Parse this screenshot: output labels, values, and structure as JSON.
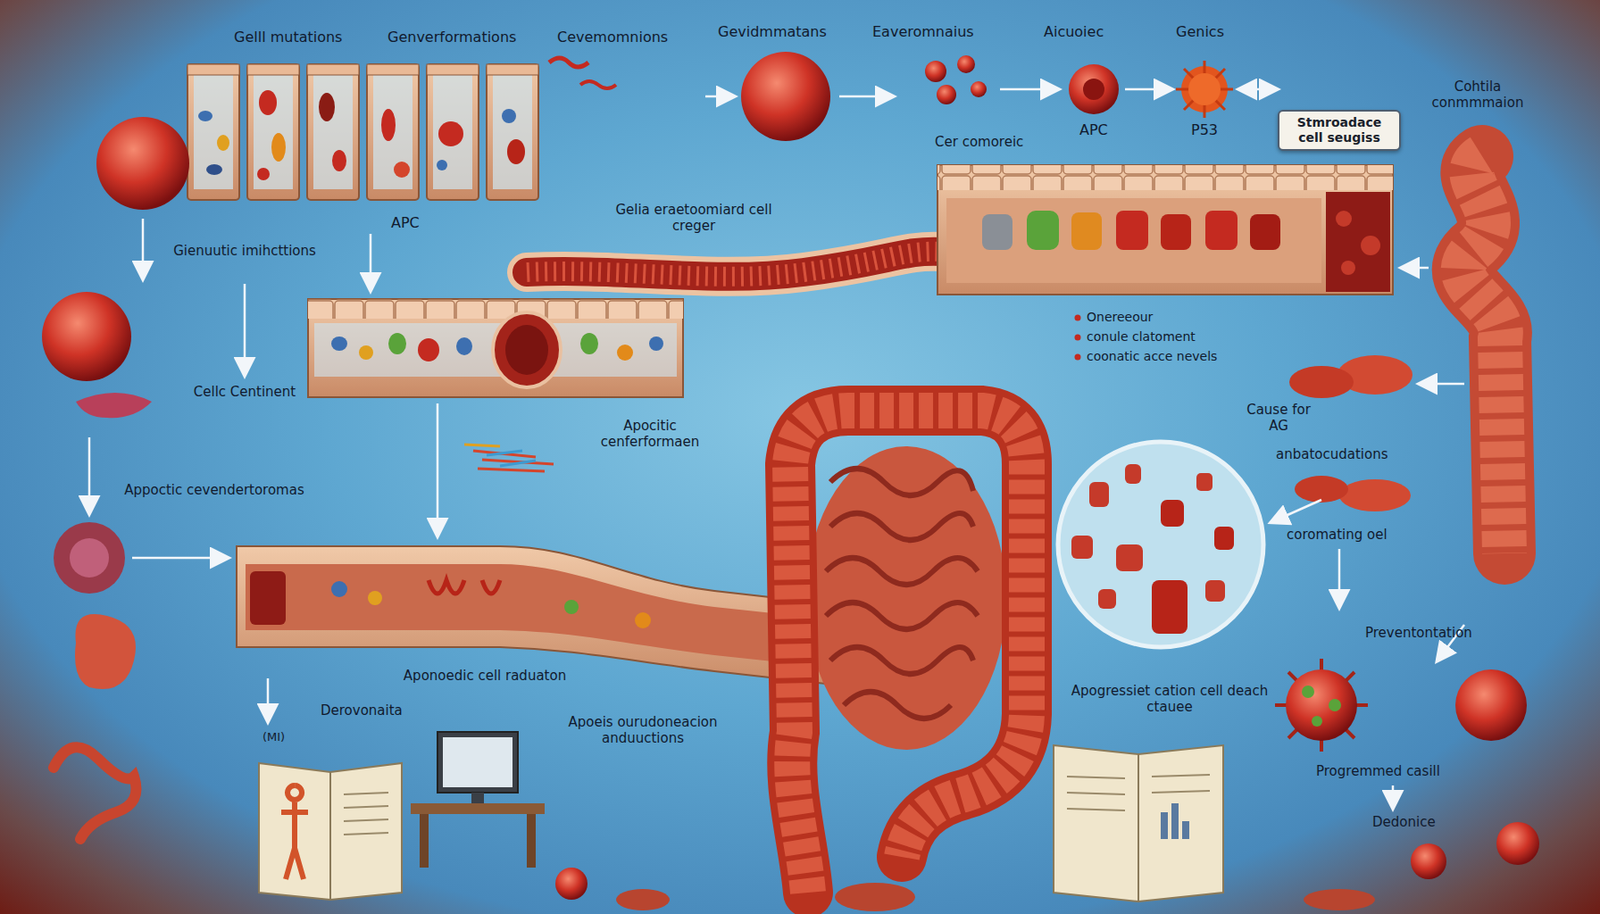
{
  "diagram": {
    "nodes": [
      {
        "text": [
          "Stmroadace cell seugiss"
        ]
      }
    ],
    "labels": [
      "Gelll mutations",
      "Genverformations",
      "Cevemomnions",
      "Gevidmmatans",
      "Eaveromnaius",
      "Aicuoiec",
      "Genics",
      "Cohtila conmmmaion",
      "APC",
      "Cer comoreic",
      "APC",
      "P53",
      "Gelia eraetoomiard cell creger",
      "Gienuutic imihcttions",
      "Cellc Centinent",
      "Onereeour",
      "conule clatoment",
      "coonatic acce nevels",
      "Apocitic cenferformaen",
      "Cause for AG",
      "anbatocudations",
      "Appoctic cevendertoromas",
      "coromating oel",
      "Preventontation",
      "Aponoedic cell raduaton",
      "Apogressiet cation cell deach ctauee",
      "Derovonaita",
      "(MI)",
      "Apoeis ourudoneacion anduuctions",
      "Progremmed casill",
      "Dedonice"
    ]
  }
}
